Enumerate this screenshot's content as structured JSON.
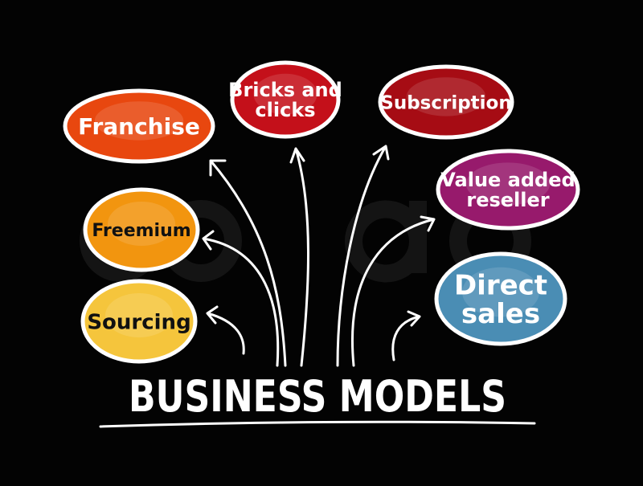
{
  "title": "BUSINESS MODELS",
  "watermark": "colourbox",
  "nodes": [
    {
      "id": "franchise",
      "lines": [
        "Franchise"
      ],
      "color": "#e8470f",
      "text_color": "#ffffff"
    },
    {
      "id": "bricks-and-clicks",
      "lines": [
        "Bricks and",
        "clicks"
      ],
      "color": "#c4101a",
      "text_color": "#ffffff"
    },
    {
      "id": "subscription",
      "lines": [
        "Subscription"
      ],
      "color": "#a60c14",
      "text_color": "#ffffff"
    },
    {
      "id": "value-added-reseller",
      "lines": [
        "Value added",
        "reseller"
      ],
      "color": "#971a6c",
      "text_color": "#ffffff"
    },
    {
      "id": "freemium",
      "lines": [
        "Freemium"
      ],
      "color": "#f2950f",
      "text_color": "#111111"
    },
    {
      "id": "sourcing",
      "lines": [
        "Sourcing"
      ],
      "color": "#f5c53c",
      "text_color": "#111111"
    },
    {
      "id": "direct-sales",
      "lines": [
        "Direct",
        "sales"
      ],
      "color": "#4a8db4",
      "text_color": "#ffffff"
    }
  ]
}
